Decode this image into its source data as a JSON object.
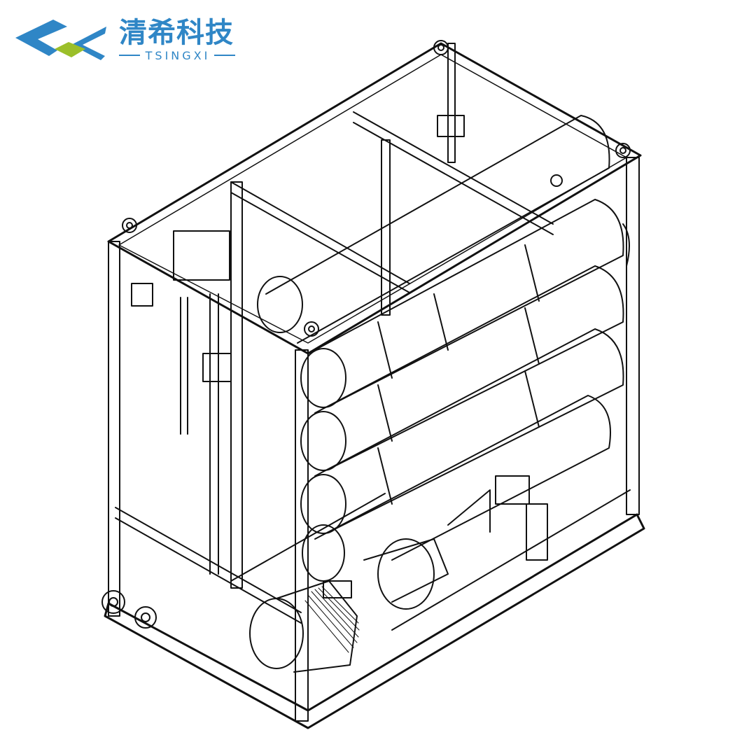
{
  "logo": {
    "brand_cn": "清希科技",
    "brand_en": "TSINGXI",
    "colors": {
      "primary_blue": "#2F86C6",
      "accent_green": "#9BBF2A"
    }
  },
  "drawing": {
    "description": "Isometric line drawing of a skid-mounted reverse osmosis (RO) membrane water treatment unit in an aluminum profile frame",
    "components": [
      "aluminum-profile-frame",
      "lifting-lugs",
      "ro-membrane-housings",
      "high-pressure-pump-motor",
      "inlet-flanges",
      "valves",
      "pressure-gauges",
      "piping"
    ],
    "line_color": "#111111",
    "background": "#ffffff"
  }
}
